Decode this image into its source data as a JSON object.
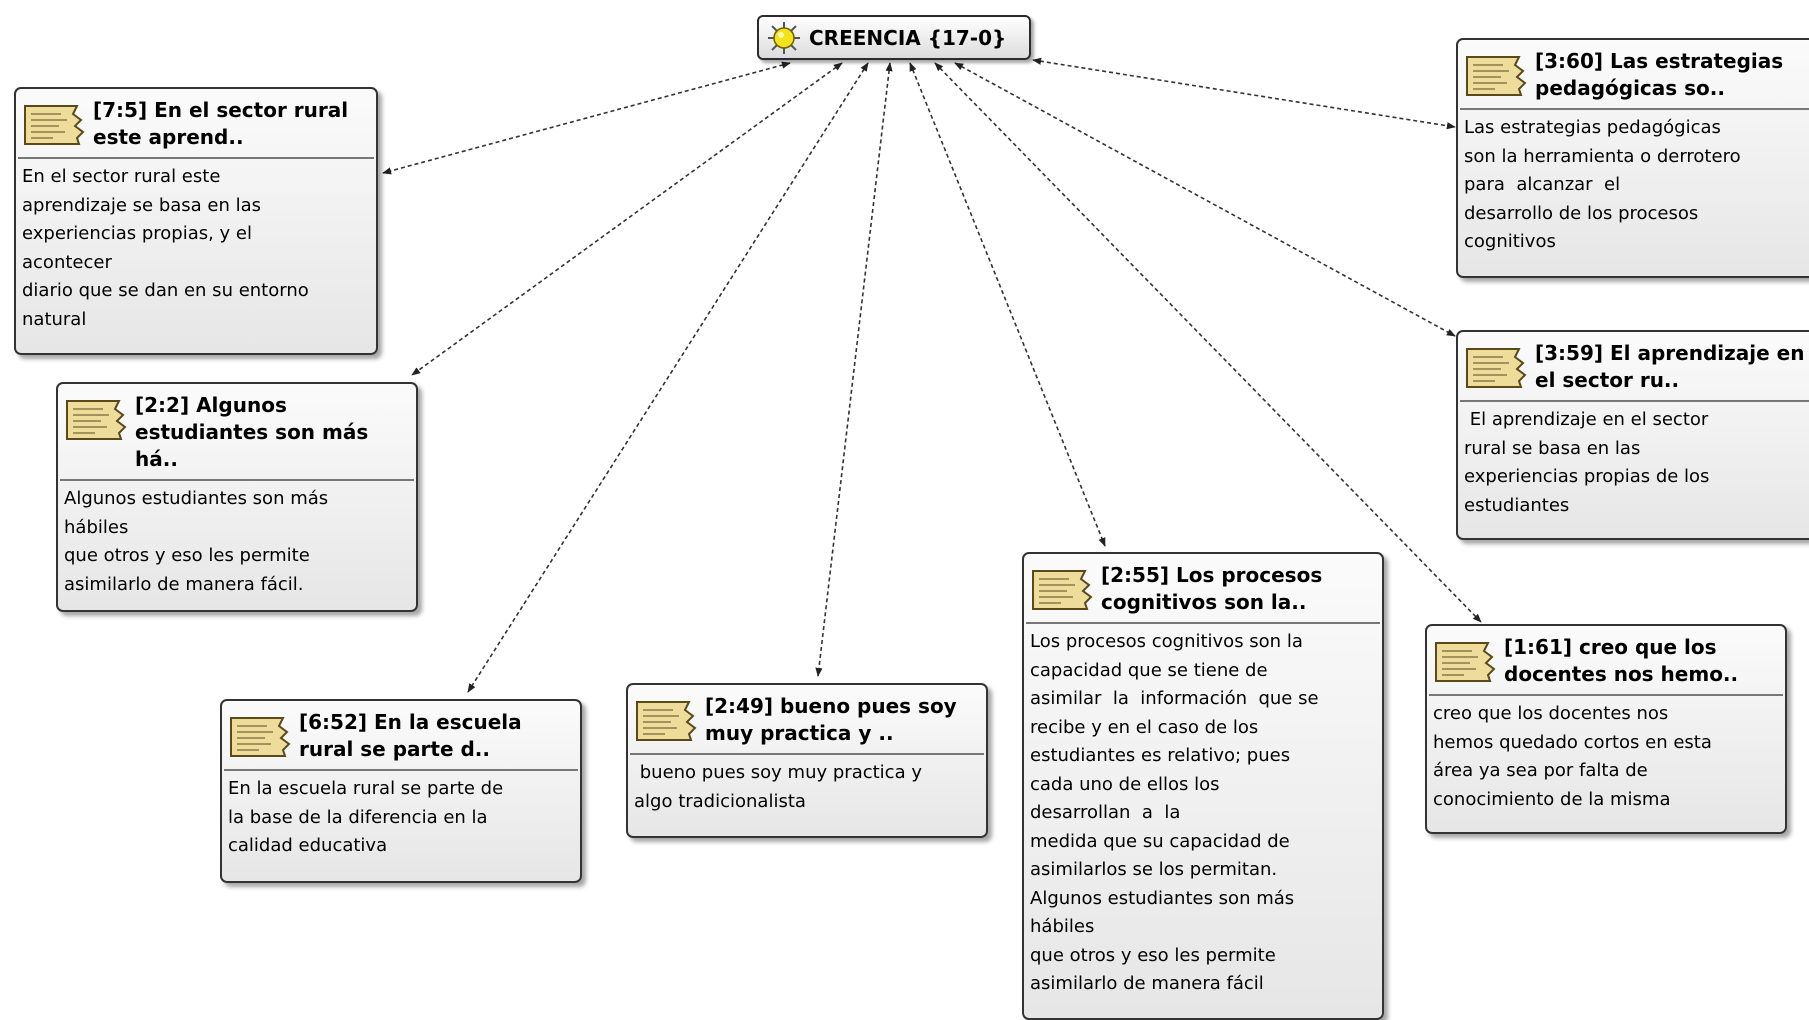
{
  "root": {
    "label": "CREENCIA {17-0}"
  },
  "quotes": [
    {
      "title": "[7:5] En el sector rural este aprend..",
      "body": "En el sector rural este\naprendizaje se basa en las\nexperiencias propias, y el\nacontecer\ndiario que se dan en su entorno\nnatural"
    },
    {
      "title": "[2:2] Algunos estudiantes son más há..",
      "body": "Algunos estudiantes son más\nhábiles\nque otros y eso les permite\nasimilarlo de manera fácil."
    },
    {
      "title": "[6:52] En la escuela rural se parte d..",
      "body": "En la escuela rural se parte de\nla base de la diferencia en la\ncalidad educativa"
    },
    {
      "title": "[2:49] bueno pues soy muy practica y ..",
      "body": " bueno pues soy muy practica y\nalgo tradicionalista"
    },
    {
      "title": "[2:55] Los procesos cognitivos son la..",
      "body": "Los procesos cognitivos son la\ncapacidad que se tiene de\nasimilar  la  información  que se\nrecibe y en el caso de los\nestudiantes es relativo; pues\ncada uno de ellos los\ndesarrollan  a  la\nmedida que su capacidad de\nasimilarlos se los permitan.\nAlgunos estudiantes son más\nhábiles\nque otros y eso les permite\nasimilarlo de manera fácil"
    },
    {
      "title": "[1:61] creo que los docentes nos hemo..",
      "body": "creo que los docentes nos\nhemos quedado cortos en esta\nárea ya sea por falta de\nconocimiento de la misma"
    },
    {
      "title": "[3:59] El aprendizaje en el sector ru..",
      "body": " El aprendizaje en el sector\nrural se basa en las\nexperiencias propias de los\nestudiantes"
    },
    {
      "title": "[3:60] Las estrategias pedagógicas so..",
      "body": "Las estrategias pedagógicas\nson la herramienta o derrotero\npara  alcanzar  el\ndesarrollo de los procesos\ncognitivos"
    }
  ]
}
